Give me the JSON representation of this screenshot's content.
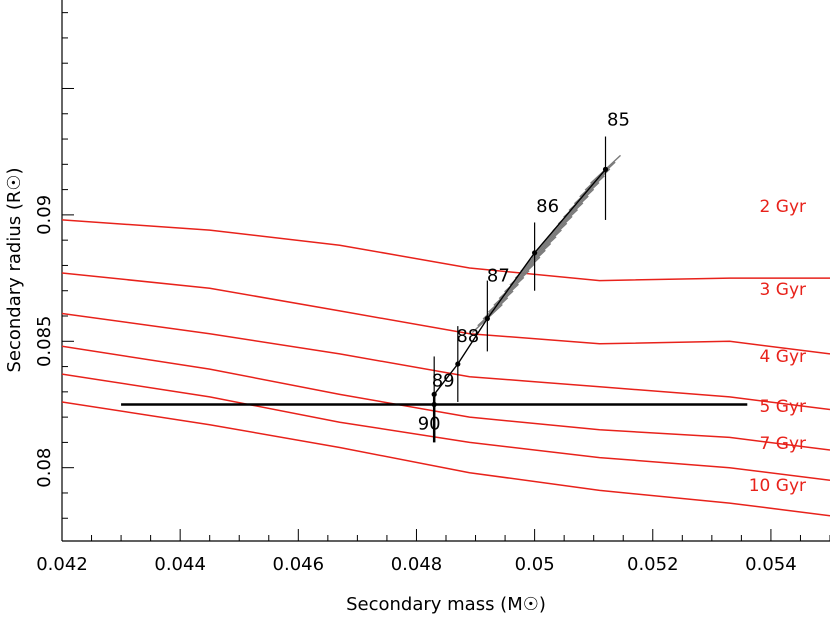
{
  "chart_data": {
    "type": "line",
    "xlabel": "Secondary mass (M☉)",
    "ylabel": "Secondary radius (R☉)",
    "xlim": [
      0.042,
      0.055
    ],
    "ylim": [
      0.0771,
      0.0985
    ],
    "xticks": [
      "0.042",
      "0.044",
      "0.046",
      "0.048",
      "0.05",
      "0.052",
      "0.054"
    ],
    "yticks": [
      "0.08",
      "0.085",
      "0.09"
    ],
    "colors": {
      "isochrone": "#e8221b",
      "track": "#000000",
      "hatch": "#7a7a7a"
    },
    "isochrones": [
      {
        "name": "2 Gyr",
        "x": [
          0.042,
          0.0445,
          0.0467,
          0.0489,
          0.0511,
          0.0533,
          0.055
        ],
        "y": [
          0.0898,
          0.0894,
          0.0888,
          0.0879,
          0.0874,
          0.0875,
          0.0875
        ]
      },
      {
        "name": "3 Gyr",
        "x": [
          0.042,
          0.0445,
          0.0467,
          0.0489,
          0.0511,
          0.0533,
          0.055
        ],
        "y": [
          0.0877,
          0.0871,
          0.0862,
          0.0853,
          0.0849,
          0.085,
          0.0845
        ]
      },
      {
        "name": "4 Gyr",
        "x": [
          0.042,
          0.0445,
          0.0467,
          0.0489,
          0.0511,
          0.0533,
          0.055
        ],
        "y": [
          0.0861,
          0.0853,
          0.0845,
          0.0836,
          0.0832,
          0.0828,
          0.0823
        ]
      },
      {
        "name": "5 Gyr",
        "x": [
          0.042,
          0.0445,
          0.0467,
          0.0489,
          0.0511,
          0.0533,
          0.055
        ],
        "y": [
          0.0848,
          0.0839,
          0.0829,
          0.082,
          0.0815,
          0.0812,
          0.0807
        ]
      },
      {
        "name": "7 Gyr",
        "x": [
          0.042,
          0.0445,
          0.0467,
          0.0489,
          0.0511,
          0.0533,
          0.055
        ],
        "y": [
          0.0837,
          0.0828,
          0.0818,
          0.081,
          0.0804,
          0.08,
          0.0795
        ]
      },
      {
        "name": "10 Gyr",
        "x": [
          0.042,
          0.0445,
          0.0467,
          0.0489,
          0.0511,
          0.0533,
          0.055
        ],
        "y": [
          0.0826,
          0.0817,
          0.0808,
          0.0798,
          0.0791,
          0.0786,
          0.0781
        ]
      }
    ],
    "track": [
      {
        "label": "85",
        "x": 0.0512,
        "y": 0.0918,
        "err_low": 0.0898,
        "err_high": 0.0931
      },
      {
        "label": "86",
        "x": 0.05,
        "y": 0.0885,
        "err_low": 0.087,
        "err_high": 0.0897
      },
      {
        "label": "87",
        "x": 0.0492,
        "y": 0.0859,
        "err_low": 0.0846,
        "err_high": 0.0874
      },
      {
        "label": "88",
        "x": 0.0487,
        "y": 0.0841,
        "err_low": 0.0826,
        "err_high": 0.0856
      },
      {
        "label": "89",
        "x": 0.0483,
        "y": 0.0829,
        "err_low": 0.0826,
        "err_high": 0.0844
      },
      {
        "label": "90",
        "x": 0.0483,
        "y": 0.0825,
        "err_low": 0.081,
        "err_high": 0.0828
      }
    ],
    "horizontal_errorbar": {
      "y": 0.0825,
      "x_low": 0.043,
      "x_high": 0.0536
    }
  }
}
